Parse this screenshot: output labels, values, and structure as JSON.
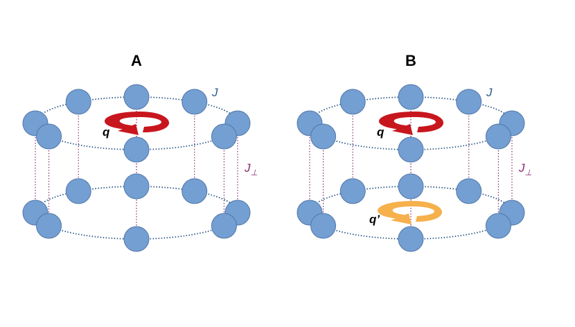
{
  "colors": {
    "node_fill": "#739fd2",
    "node_stroke": "#5276a8",
    "ring_dots": "#2a5686",
    "rung_dots": "#862a6e",
    "j_label": "#2e5c8c",
    "jperp_label": "#8a2a74",
    "arrow_q": "#c8161e",
    "arrow_q_prime": "#f6b04c"
  },
  "panels": [
    {
      "label": "A",
      "j_label": "J",
      "jperp_label": "J",
      "jperp_subscript": "⊥",
      "upper_charge": "q",
      "lower_charge": ""
    },
    {
      "label": "B",
      "j_label": "J",
      "jperp_label": "J",
      "jperp_subscript": "⊥",
      "upper_charge": "q",
      "lower_charge": "q’"
    }
  ]
}
